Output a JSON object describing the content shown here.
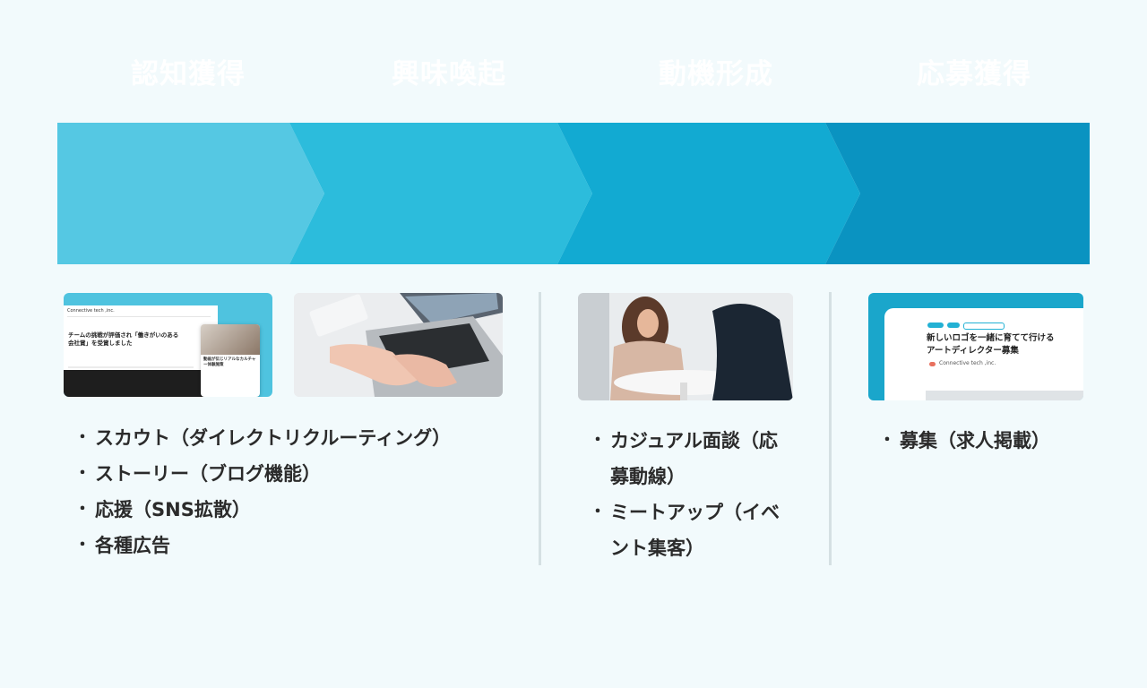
{
  "stages": [
    {
      "label": "認知獲得",
      "color": "#55c8e3"
    },
    {
      "label": "興味喚起",
      "color": "#2cbcdc"
    },
    {
      "label": "動機形成",
      "color": "#12aad2"
    },
    {
      "label": "応募獲得",
      "color": "#0a93c1"
    }
  ],
  "column1": {
    "items": [
      "スカウト（ダイレクトリクルーティング）",
      "ストーリー（ブログ機能）",
      "応援（SNS拡散）",
      "各種広告"
    ],
    "preview": {
      "company": "Connective tech ,inc.",
      "headline": "チームの挑戦が評価され「働きがいのある会社賞」を受賞しました",
      "card_title": "動画が伝じリアルなカルチャー体験施策"
    }
  },
  "column2": {
    "items": [
      "カジュアル面談（応募動線）",
      "ミートアップ（イベント集客）"
    ]
  },
  "column3": {
    "items": [
      "募集（求人掲載）"
    ],
    "preview": {
      "headline": "新しいロゴを一緒に育てて行けるアートディレクター募集",
      "company": "Connective tech ,inc."
    }
  },
  "icons": [
    "chevron-arrow-icon",
    "laptop-photo",
    "meeting-photo"
  ]
}
